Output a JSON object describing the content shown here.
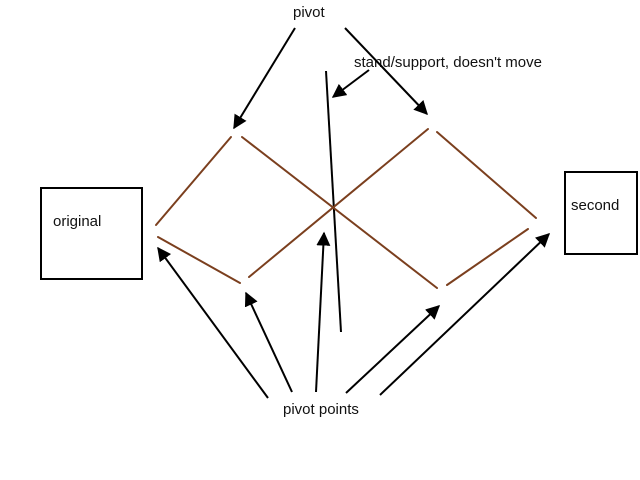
{
  "labels": {
    "pivot": "pivot",
    "stand": "stand/support, doesn't move",
    "pivot_points": "pivot points"
  },
  "boxes": {
    "original": "original",
    "second": "second"
  },
  "colors": {
    "lever": "#7b3f1e",
    "arrow": "#000000",
    "outline": "#000000",
    "text": "#111111"
  }
}
